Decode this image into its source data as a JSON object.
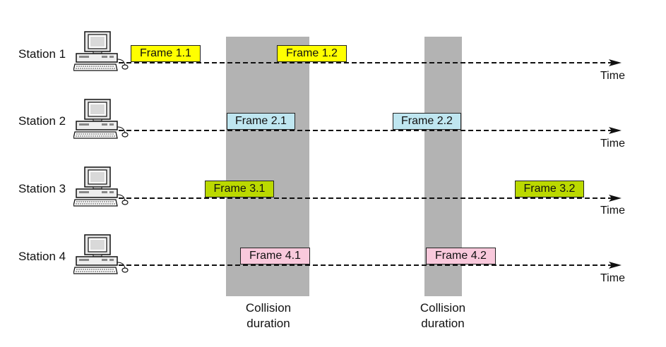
{
  "stations": [
    {
      "label": "Station 1",
      "time_label": "Time",
      "frames": [
        {
          "label": "Frame 1.1",
          "color": "#ffff00"
        },
        {
          "label": "Frame 1.2",
          "color": "#ffff00"
        }
      ]
    },
    {
      "label": "Station 2",
      "time_label": "Time",
      "frames": [
        {
          "label": "Frame 2.1",
          "color": "#bfe6f0"
        },
        {
          "label": "Frame 2.2",
          "color": "#bfe6f0"
        }
      ]
    },
    {
      "label": "Station 3",
      "time_label": "Time",
      "frames": [
        {
          "label": "Frame 3.1",
          "color": "#bbd900"
        },
        {
          "label": "Frame 3.2",
          "color": "#bbd900"
        }
      ]
    },
    {
      "label": "Station 4",
      "time_label": "Time",
      "frames": [
        {
          "label": "Frame 4.1",
          "color": "#f9c9dc"
        },
        {
          "label": "Frame 4.2",
          "color": "#f9c9dc"
        }
      ]
    }
  ],
  "collisions": [
    {
      "label_line1": "Collision",
      "label_line2": "duration"
    },
    {
      "label_line1": "Collision",
      "label_line2": "duration"
    }
  ],
  "colors": {
    "collision_band": "#b3b3b3",
    "timeline": "#111111"
  }
}
